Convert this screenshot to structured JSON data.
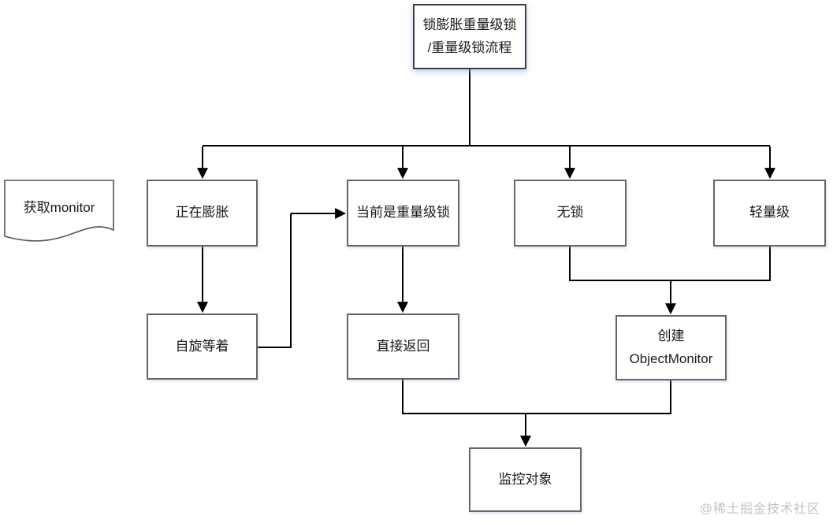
{
  "diagram": {
    "title": "锁膨胀重量级锁/重量级锁流程",
    "nodes": {
      "start": {
        "label": "锁膨胀重量级锁\n/重量级锁流程",
        "shape": "rect"
      },
      "get_monitor": {
        "label": "获取monitor",
        "shape": "document"
      },
      "inflating": {
        "label": "正在膨胀",
        "shape": "rect"
      },
      "current_heavyweight": {
        "label": "当前是重量级锁",
        "shape": "rect"
      },
      "no_lock": {
        "label": "无锁",
        "shape": "rect"
      },
      "lightweight": {
        "label": "轻量级",
        "shape": "rect"
      },
      "spin_wait": {
        "label": "自旋等着",
        "shape": "rect"
      },
      "return_directly": {
        "label": "直接返回",
        "shape": "rect"
      },
      "create_object_monitor": {
        "label": "创建\nObjectMonitor",
        "shape": "rect"
      },
      "monitor_object": {
        "label": "监控对象",
        "shape": "rect"
      }
    },
    "edges": [
      {
        "from": "start",
        "to": "inflating"
      },
      {
        "from": "start",
        "to": "current_heavyweight"
      },
      {
        "from": "start",
        "to": "no_lock"
      },
      {
        "from": "start",
        "to": "lightweight"
      },
      {
        "from": "inflating",
        "to": "spin_wait"
      },
      {
        "from": "spin_wait",
        "to": "current_heavyweight"
      },
      {
        "from": "current_heavyweight",
        "to": "return_directly"
      },
      {
        "from": "no_lock",
        "to": "create_object_monitor"
      },
      {
        "from": "lightweight",
        "to": "create_object_monitor"
      },
      {
        "from": "return_directly",
        "to": "monitor_object"
      },
      {
        "from": "create_object_monitor",
        "to": "monitor_object"
      }
    ]
  },
  "watermark": {
    "text": "@稀土掘金技术社区"
  },
  "colors": {
    "background": "#ffffff",
    "box_border": "#666666",
    "line": "#000000",
    "text": "#1a1a1a",
    "watermark_text": "#c2c2c2"
  }
}
